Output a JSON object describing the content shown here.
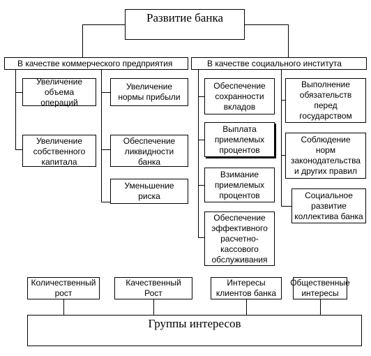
{
  "title": "Развитие банка",
  "branches": {
    "commercial": "В качестве коммерческого предприятия",
    "social": "В качестве социального института"
  },
  "commercial_items": {
    "ops": "Увеличение\nобъема операций",
    "profit": "Увеличение\nнормы прибыли",
    "capital": "Увеличение\nсобственного\nкапитала",
    "liquidity": "Обеспечение\nликвидности\nбанка",
    "risk": "Уменьшение\nриска"
  },
  "social_items": {
    "deposits": "Обеспечение\nсохранности\nвкладов",
    "interest_pay": "Выплата\nприемлемых\nпроцентов",
    "interest_charge": "Взимание\nприемлемых\nпроцентов",
    "service": "Обеспечение\nэффективного\nрасчетно-\nкассового\nобслуживания",
    "obligations": "Выполнение\nобязательств\nперед\nгосударством",
    "law": "Соблюдение\nнорм\nзаконодательства\nи других правил",
    "team": "Социальное\nразвитие\nколлектива банка"
  },
  "interest_groups": {
    "quantitative": "Количественный\nрост",
    "qualitative": "Качественный\nРост",
    "clients": "Интересы\nклиентов банка",
    "public": "Общественные\nинтересы"
  },
  "footer": "Группы интересов"
}
